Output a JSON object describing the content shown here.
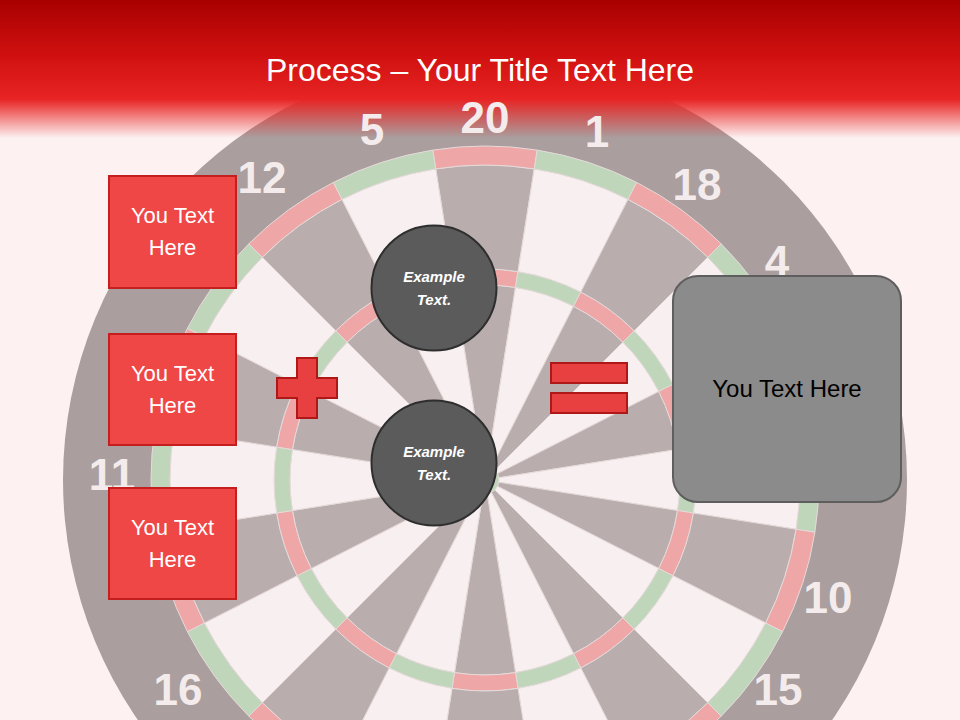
{
  "diagram": {
    "title": "Process – Your Title Text Here",
    "nodes": [
      {
        "text": [
          "You Text Here"
        ]
      },
      {
        "text": [
          "You Text Here"
        ]
      },
      {
        "text": [
          "You Text Here"
        ]
      },
      {
        "text": [
          "Example Text."
        ]
      },
      {
        "text": [
          "Example Text."
        ]
      },
      {
        "text": [
          "You Text Here"
        ]
      }
    ],
    "labels": [
      "5",
      "20",
      "1",
      "12",
      "18",
      "4",
      "11",
      "10",
      "16",
      "15"
    ]
  }
}
